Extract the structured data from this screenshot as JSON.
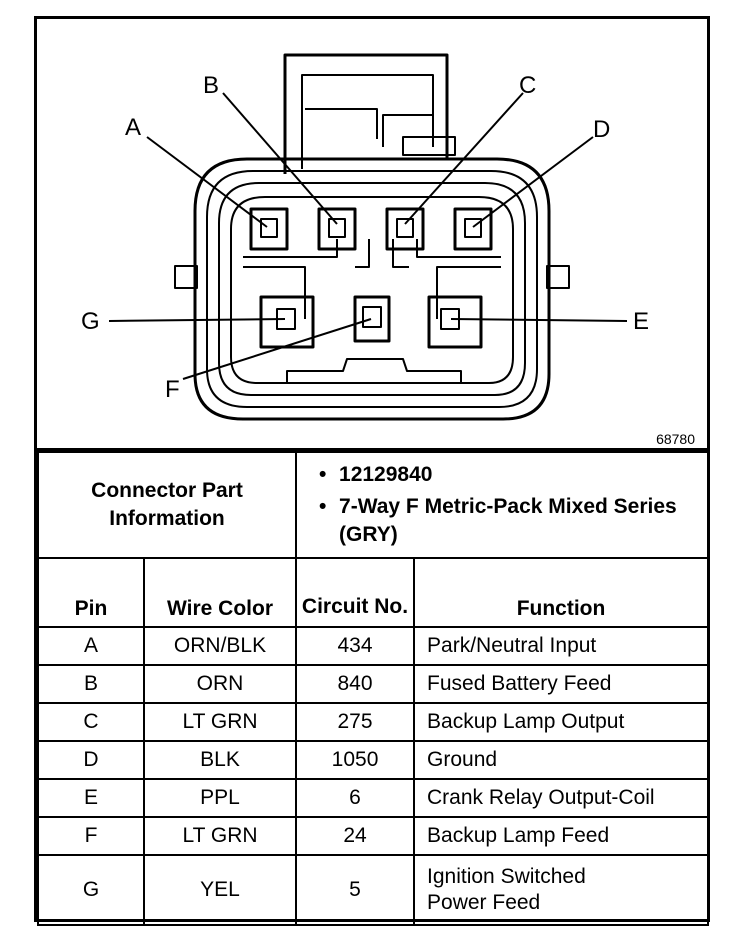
{
  "diagram": {
    "figure_id": "68780",
    "pin_labels": [
      "A",
      "B",
      "C",
      "D",
      "E",
      "F",
      "G"
    ]
  },
  "connector_info": {
    "label": "Connector Part Information",
    "items": [
      "12129840",
      "7-Way F Metric-Pack Mixed Series (GRY)"
    ]
  },
  "table": {
    "headers": {
      "pin": "Pin",
      "wire_color": "Wire Color",
      "circuit": "Circuit No.",
      "function": "Function"
    },
    "rows": [
      {
        "pin": "A",
        "wire_color": "ORN/BLK",
        "circuit": "434",
        "function": "Park/Neutral Input"
      },
      {
        "pin": "B",
        "wire_color": "ORN",
        "circuit": "840",
        "function": "Fused Battery Feed"
      },
      {
        "pin": "C",
        "wire_color": "LT GRN",
        "circuit": "275",
        "function": "Backup Lamp Output"
      },
      {
        "pin": "D",
        "wire_color": "BLK",
        "circuit": "1050",
        "function": "Ground"
      },
      {
        "pin": "E",
        "wire_color": "PPL",
        "circuit": "6",
        "function": "Crank Relay Output-Coil"
      },
      {
        "pin": "F",
        "wire_color": "LT GRN",
        "circuit": "24",
        "function": "Backup Lamp Feed"
      },
      {
        "pin": "G",
        "wire_color": "YEL",
        "circuit": "5",
        "function": "Ignition Switched Power Feed"
      }
    ]
  }
}
